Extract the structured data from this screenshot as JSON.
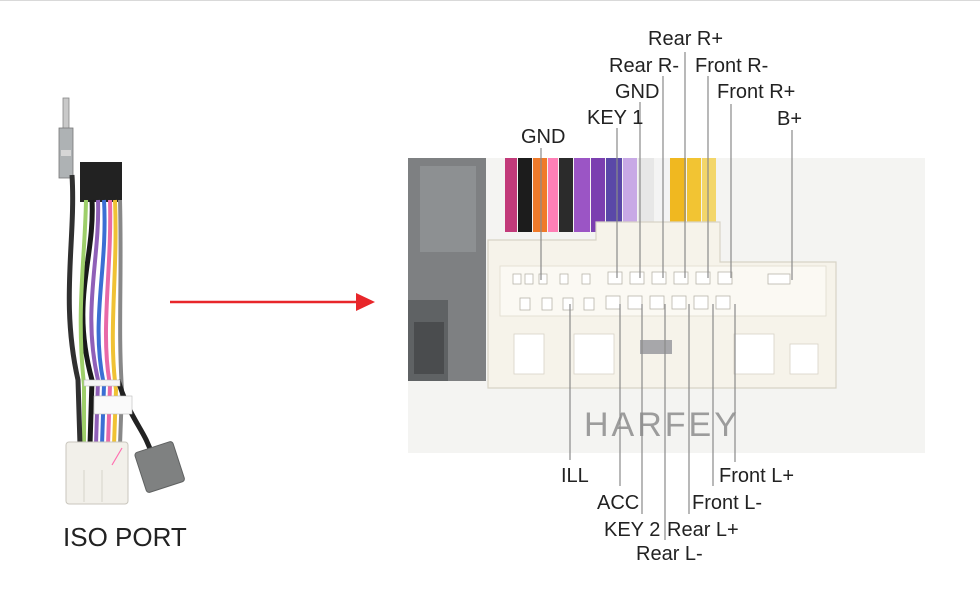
{
  "caption": "ISO PORT",
  "watermark": "HARFEY",
  "pins_top": [
    "Rear R+",
    "Rear R-",
    "Front R-",
    "GND",
    "Front R+",
    "KEY 1",
    "B+",
    "GND"
  ],
  "pins_bottom": [
    "ILL",
    "Front L+",
    "ACC",
    "Front L-",
    "KEY 2",
    "Rear L+",
    "Rear L-"
  ],
  "colors": {
    "arrow": "#e8262a",
    "connector": "#f1eee6",
    "plug_grey": "#7d7f80"
  }
}
